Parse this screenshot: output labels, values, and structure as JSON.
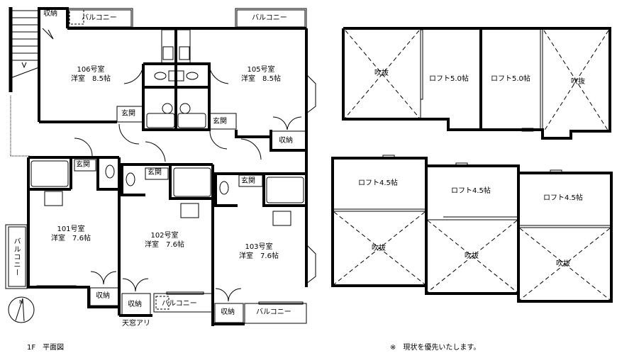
{
  "first_floor": {
    "caption": "1F　平面図",
    "rooms": [
      {
        "id": "106",
        "name": "106号室",
        "type": "洋室　8.5帖"
      },
      {
        "id": "105",
        "name": "105号室",
        "type": "洋室　8.5帖"
      },
      {
        "id": "101",
        "name": "101号室",
        "type": "洋室　7.6帖"
      },
      {
        "id": "102",
        "name": "102号室",
        "type": "洋室　7.6帖"
      },
      {
        "id": "103",
        "name": "103号室",
        "type": "洋室　7.6帖"
      }
    ],
    "labels": {
      "storage": "収納",
      "balcony": "バルコニー",
      "entrance": "玄関",
      "skylight": "天窓アリ"
    },
    "compass": "N"
  },
  "loft_floor": {
    "upper_row": [
      {
        "label": "吹抜"
      },
      {
        "label": "ロフト5.0帖"
      },
      {
        "label": "ロフト5.0帖"
      },
      {
        "label": "吹抜"
      }
    ],
    "lower_row": [
      {
        "loft": "ロフト4.5帖",
        "void": "吹抜"
      },
      {
        "loft": "ロフト4.5帖",
        "void": "吹抜"
      },
      {
        "loft": "ロフト4.5帖",
        "void": "吹抜"
      }
    ]
  },
  "note": "※　現状を優先いたします。",
  "colors": {
    "wall": "#000000",
    "background": "#ffffff",
    "line": "#000000"
  }
}
